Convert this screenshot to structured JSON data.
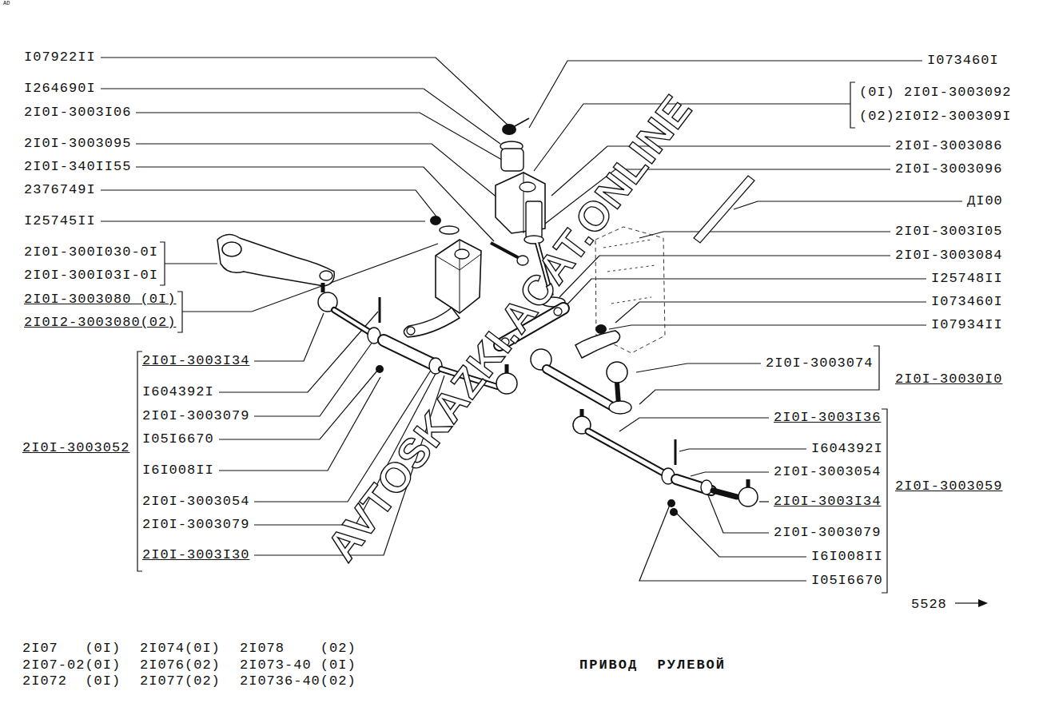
{
  "diagram": {
    "caption": "ПРИВОД  РУЛЕВОЙ",
    "labels": [
      "AD",
      "I07922II",
      "I264690I",
      "2I0I-3003I06",
      "2I0I-3003095",
      "2I0I-340II55",
      "2376749I",
      "I25745II",
      "2I0I-300I030-0I",
      "2I0I-300I03I-0I",
      "2I0I-3003080 (0I)",
      "2I0I2-3003080(02)",
      "2I0I-3003I34",
      "I604392I",
      "2I0I-3003079",
      "I05I6670",
      "I6I008II",
      "2I0I-3003054",
      "2I0I-3003079",
      "2I0I-3003I30",
      "2I0I-3003052",
      "I073460I",
      "(0I) 2I0I-3003092",
      "(02)2I0I2-300309I",
      "2I0I-3003086",
      "2I0I-3003096",
      "ДI00",
      "2I0I-3003I05",
      "2I0I-3003084",
      "I25748II",
      "I073460I",
      "I07934II",
      "2I0I-3003074",
      "2I0I-30030I0",
      "2I0I-3003I36",
      "I604392I",
      "2I0I-3003054",
      "2I0I-3003059",
      "2I0I-3003I34",
      "2I0I-3003079",
      "I6I008II",
      "I05I6670",
      "5528",
      "2I07   (0I)",
      "2I07-02(0I)",
      "2I072  (0I)",
      "2I074(0I)",
      "2I076(02)",
      "2I077(02)",
      "2I078    (02)",
      "2I073-40 (0I)",
      "2I0736-40(02)",
      "AVTOSKAZKI.ACAT.ONLINE"
    ]
  }
}
